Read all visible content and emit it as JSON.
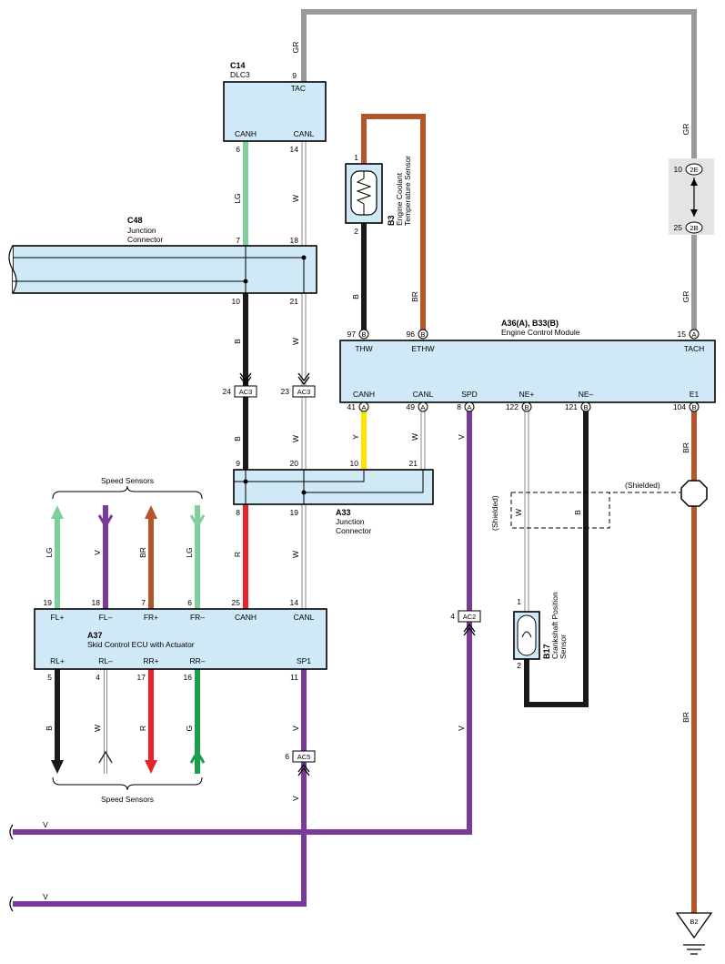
{
  "components": {
    "c14": {
      "id": "C14",
      "name": "DLC3",
      "pins": {
        "tac": "TAC",
        "canh": "CANH",
        "canl": "CANL"
      },
      "pin_nums": {
        "tac": "9",
        "canh": "6",
        "canl": "14"
      }
    },
    "c48": {
      "id": "C48",
      "name_l1": "Junction",
      "name_l2": "Connector",
      "pin_nums": {
        "t_left": "7",
        "t_right": "18",
        "b_left": "10",
        "b_right": "21"
      }
    },
    "b3": {
      "id": "B3",
      "name_l1": "Engine Coolant",
      "name_l2": "Temperature Sensor",
      "pin_nums": {
        "top": "1",
        "bottom": "2"
      }
    },
    "ecm": {
      "id": "A36(A), B33(B)",
      "name": "Engine Control Module",
      "pins": {
        "thw": "THW",
        "ethw": "ETHW",
        "tach": "TACH",
        "canh": "CANH",
        "canl": "CANL",
        "spd": "SPD",
        "nep": "NE+",
        "nem": "NE–",
        "e1": "E1"
      },
      "pin_nums": {
        "thw": "97",
        "ethw": "96",
        "tach": "15",
        "canh": "41",
        "canl": "49",
        "spd": "8",
        "nep": "122",
        "nem": "121",
        "e1": "104"
      },
      "pin_conn": {
        "thw": "B",
        "ethw": "B",
        "tach": "A",
        "canh": "A",
        "canl": "A",
        "spd": "A",
        "nep": "B",
        "nem": "B",
        "e1": "B"
      }
    },
    "a33": {
      "id": "A33",
      "name_l1": "Junction",
      "name_l2": "Connector",
      "pin_nums": {
        "t1": "9",
        "t2": "20",
        "t3": "10",
        "t4": "21",
        "b1": "8",
        "b2": "19"
      }
    },
    "a37": {
      "id": "A37",
      "name": "Skid Control ECU with Actuator",
      "pins": {
        "flp": "FL+",
        "flm": "FL–",
        "frp": "FR+",
        "frm": "FR–",
        "canh": "CANH",
        "canl": "CANL",
        "rlp": "RL+",
        "rlm": "RL–",
        "rrp": "RR+",
        "rrm": "RR–",
        "sp1": "SP1"
      },
      "pin_nums": {
        "flp": "19",
        "flm": "18",
        "frp": "7",
        "frm": "6",
        "canh": "25",
        "canl": "14",
        "rlp": "5",
        "rlm": "4",
        "rrp": "17",
        "rrm": "16",
        "sp1": "11"
      }
    },
    "b17": {
      "id": "B17",
      "name_l1": "Crankshaft Position",
      "name_l2": "Sensor",
      "pin_nums": {
        "top": "1",
        "bottom": "2"
      }
    },
    "b2": {
      "id": "B2"
    }
  },
  "connectors": {
    "ac3": {
      "id": "AC3",
      "pin_left": "24",
      "pin_right": "23"
    },
    "ac2": {
      "id": "AC2",
      "pin": "4"
    },
    "ac5": {
      "id": "AC5",
      "pin": "6"
    },
    "junction_2e": {
      "id": "2E",
      "pin": "10"
    },
    "junction_2b": {
      "id": "2B",
      "pin": "25"
    }
  },
  "wire_colors": {
    "gr": "GR",
    "lg": "LG",
    "w": "W",
    "b": "B",
    "br": "BR",
    "y": "Y",
    "r": "R",
    "v": "V",
    "g": "G"
  },
  "labels": {
    "speed_sensors": "Speed Sensors",
    "shielded": "(Shielded)"
  },
  "colors": {
    "gr": "#9a9a9a",
    "lg": "#7fcf9c",
    "w": "#ffffff",
    "b": "#1a1a1a",
    "br": "#b5562a",
    "y": "#ffe400",
    "r": "#e8242a",
    "v": "#7a3a9a",
    "g": "#1b9e4a",
    "box": "#cfe9f7"
  }
}
